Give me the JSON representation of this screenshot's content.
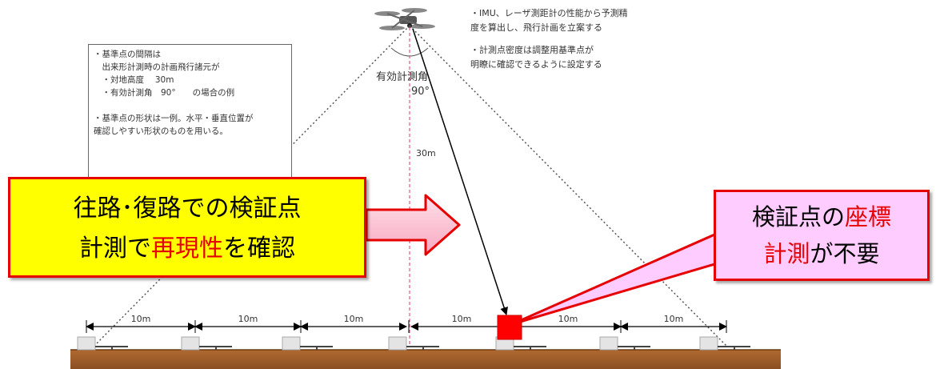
{
  "notes_box": {
    "lines": [
      "・基準点の間隔は",
      "　出来形計測時の計画飛行諸元が",
      "　・対地高度　 30m",
      "　・有効計測角　90°　　の場合の例",
      "",
      "・基準点の形状は一例。水平・垂直位置が",
      "確認しやすい形状のものを用いる。"
    ]
  },
  "top_notes": {
    "lines": [
      "・IMU、レーザ測距計の性能から予測精",
      "度を算出し、飛行計画を立案する",
      "",
      "・計測点密度は調整用基準点が",
      "明瞭に確認できるように設定する"
    ]
  },
  "diagram": {
    "angle_label": "有効計測角",
    "angle_value": "90°",
    "altitude_label": "30m",
    "interval_labels": [
      "10m",
      "10m",
      "10m",
      "10m",
      "10m",
      "10m"
    ]
  },
  "callout_left": {
    "line1": "往路･復路での検証点",
    "line2_prefix": "計測で",
    "line2_highlight": "再現性",
    "line2_suffix": "を確認"
  },
  "callout_right": {
    "line1_prefix": "検証点の",
    "line1_highlight": "座標",
    "line2_highlight": "計測",
    "line2_suffix": "が不要"
  },
  "colors": {
    "accent_red": "#e60000",
    "callout_yellow": "#ffff00",
    "callout_pink": "#ffccff",
    "ground": "#9a5a2a",
    "target_red": "#ff0000"
  }
}
